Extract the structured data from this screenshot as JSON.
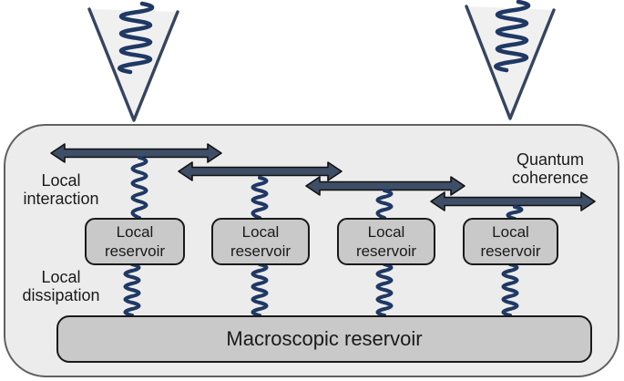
{
  "labels": {
    "local_interaction": "Local interaction",
    "local_dissipation": "Local dissipation",
    "quantum_coherence": "Quantum coherence"
  },
  "reservoirs": [
    {
      "label": "Local reservoir"
    },
    {
      "label": "Local reservoir"
    },
    {
      "label": "Local reservoir"
    },
    {
      "label": "Local reservoir"
    }
  ],
  "macroscopic_reservoir": {
    "label": "Macroscopic reservoir"
  },
  "icons": {
    "tweezer_left": "optical-tweezer-beam-icon",
    "tweezer_right": "optical-tweezer-beam-icon",
    "beam_coil": "light-wave-coil-icon",
    "interaction_arrow": "double-headed-arrow-icon",
    "coupling_spring": "spring-coil-icon"
  },
  "colors": {
    "container_fill": "#ececec",
    "container_border": "#606060",
    "box_fill": "#c9c9c9",
    "box_border": "#1a1a1a",
    "arrow_fill": "#3e4e66",
    "arrow_outline": "#111111",
    "spring_navy": "#1f3864",
    "cone_fill": "#f0f0f1",
    "cone_edge": "#36455f"
  }
}
